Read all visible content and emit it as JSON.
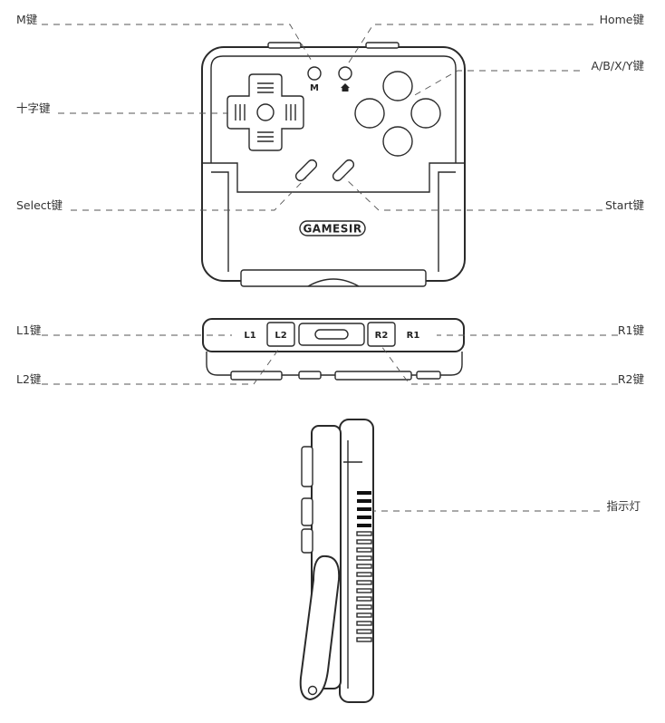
{
  "labels": {
    "m_key": "M键",
    "home_key": "Home键",
    "abxy_keys": "A/B/X/Y键",
    "dpad": "十字键",
    "select_key": "Select键",
    "start_key": "Start键",
    "l1_key": "L1键",
    "r1_key": "R1键",
    "l2_key": "L2键",
    "r2_key": "R2键",
    "indicator": "指示灯"
  },
  "device": {
    "brand": "GAMESIR",
    "m_button": "M",
    "l1": "L1",
    "l2": "L2",
    "r1": "R1",
    "r2": "R2"
  }
}
